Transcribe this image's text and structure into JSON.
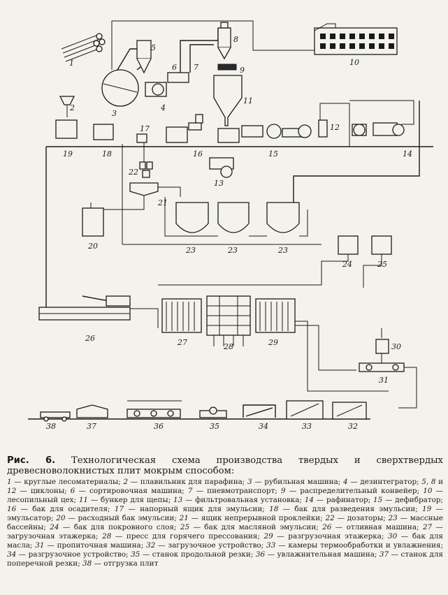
{
  "labels": {
    "n1": "1",
    "n2": "2",
    "n3": "3",
    "n4": "4",
    "n5": "5",
    "n6": "6",
    "n7": "7",
    "n8": "8",
    "n9": "9",
    "n10": "10",
    "n11": "11",
    "n12": "12",
    "n13": "13",
    "n14": "14",
    "n15": "15",
    "n16": "16",
    "n17": "17",
    "n18": "18",
    "n19": "19",
    "n20": "20",
    "n21": "21",
    "n22": "22",
    "n23a": "23",
    "n23b": "23",
    "n23c": "23",
    "n24": "24",
    "n25": "25",
    "n26": "26",
    "n27": "27",
    "n28": "28",
    "n29": "29",
    "n30": "30",
    "n31": "31",
    "n32": "32",
    "n33": "33",
    "n34": "34",
    "n35": "35",
    "n36": "36",
    "n37": "37",
    "n38": "38"
  },
  "caption": {
    "fig": "Рис. 6.",
    "title": " Технологическая схема производства твердых и сверхтвердых древесноволокнистых плит мокрым способом:"
  },
  "legend": [
    {
      "num": "1",
      "text": " — круглые лесоматериалы; "
    },
    {
      "num": "2",
      "text": " — плавильник для парафина; "
    },
    {
      "num": "3",
      "text": " — рубильная машина; "
    },
    {
      "num": "4",
      "text": " — дезинтегратор; "
    },
    {
      "num": "5, 8",
      "text": " и "
    },
    {
      "num": "12",
      "text": " — циклоны; "
    },
    {
      "num": "6",
      "text": " — сортировочная машина; "
    },
    {
      "num": "7",
      "text": " — пневмотранспорт; "
    },
    {
      "num": "9",
      "text": " — распределительный конвейер; "
    },
    {
      "num": "10",
      "text": " — лесопильный цех; "
    },
    {
      "num": "11",
      "text": " — бункер для щепы; "
    },
    {
      "num": "13",
      "text": " — фильтровальная установка; "
    },
    {
      "num": "14",
      "text": " — рафинатор; "
    },
    {
      "num": "15",
      "text": " — дефибратор; "
    },
    {
      "num": "16",
      "text": " — бак для осадителя; "
    },
    {
      "num": "17",
      "text": " — напорный ящик для эмульсии; "
    },
    {
      "num": "18",
      "text": " — бак для разведения эмульсии; "
    },
    {
      "num": "19",
      "text": " — эмульсатор; "
    },
    {
      "num": "20",
      "text": " — расходный бак эмульсии; "
    },
    {
      "num": "21",
      "text": " — ящик непрерывной проклейки; "
    },
    {
      "num": "22",
      "text": " — дозаторы; "
    },
    {
      "num": "23",
      "text": " — массные бассейны; "
    },
    {
      "num": "24",
      "text": " — бак для покровного слоя; "
    },
    {
      "num": "25",
      "text": " — бак для масляной эмульсии; "
    },
    {
      "num": "26",
      "text": " — отливная машина; "
    },
    {
      "num": "27",
      "text": " — загрузочная этажерка; "
    },
    {
      "num": "28",
      "text": " — пресс для горячего прессования; "
    },
    {
      "num": "29",
      "text": " — разгрузочная этажерка; "
    },
    {
      "num": "30",
      "text": " — бак для масла; "
    },
    {
      "num": "31",
      "text": " — пропиточная машина; "
    },
    {
      "num": "32",
      "text": " — загрузочное устройство; "
    },
    {
      "num": "33",
      "text": " — камеры термообработки и увлажнения; "
    },
    {
      "num": "34",
      "text": " — разгрузочное устройство; "
    },
    {
      "num": "35",
      "text": " — станок продольной резки; "
    },
    {
      "num": "36",
      "text": " — увлажнительная машина; "
    },
    {
      "num": "37",
      "text": " — станок для поперечной резки; "
    },
    {
      "num": "38",
      "text": " — отгрузка плит"
    }
  ]
}
